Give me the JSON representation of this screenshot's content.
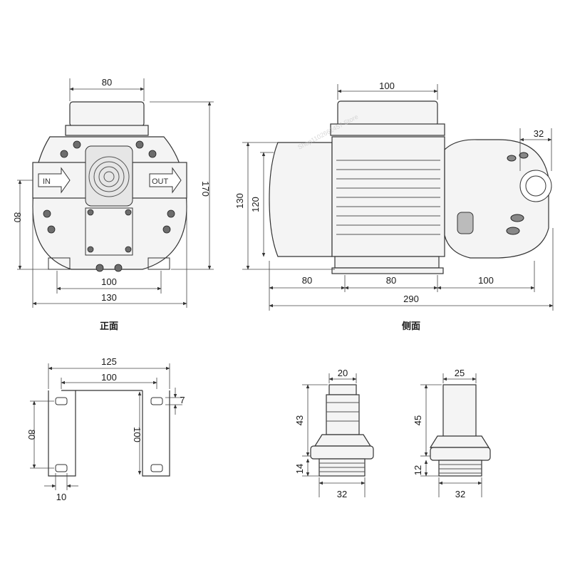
{
  "colors": {
    "line": "#444444",
    "body": "#f4f4f4",
    "dark": "#8a8a8a",
    "text": "#1a1a1a"
  },
  "front_view": {
    "caption": "正面",
    "inlet_label": "IN",
    "outlet_label": "OUT",
    "dims": {
      "top_width": "80",
      "height": "170",
      "port_height": "80",
      "base_holes": "100",
      "width": "130"
    }
  },
  "side_view": {
    "caption": "侧面",
    "dims": {
      "top_width": "100",
      "outlet_width": "32",
      "body_height": "130",
      "motor_height": "120",
      "seg1": "80",
      "seg2": "80",
      "seg3": "100",
      "total_length": "290"
    }
  },
  "bracket": {
    "dims": {
      "outer_width": "125",
      "inner_width": "100",
      "slot_spacing": "80",
      "height": "100",
      "slot_height": "7",
      "slot_width": "10"
    }
  },
  "fitting_20": {
    "dims": {
      "barb_dia": "20",
      "barb_length": "43",
      "thread_length": "14",
      "thread_dia": "32"
    }
  },
  "fitting_25": {
    "dims": {
      "barb_dia": "25",
      "barb_length": "45",
      "thread_length": "12",
      "thread_dia": "32"
    }
  },
  "watermark": "Shop1102662457 Store"
}
